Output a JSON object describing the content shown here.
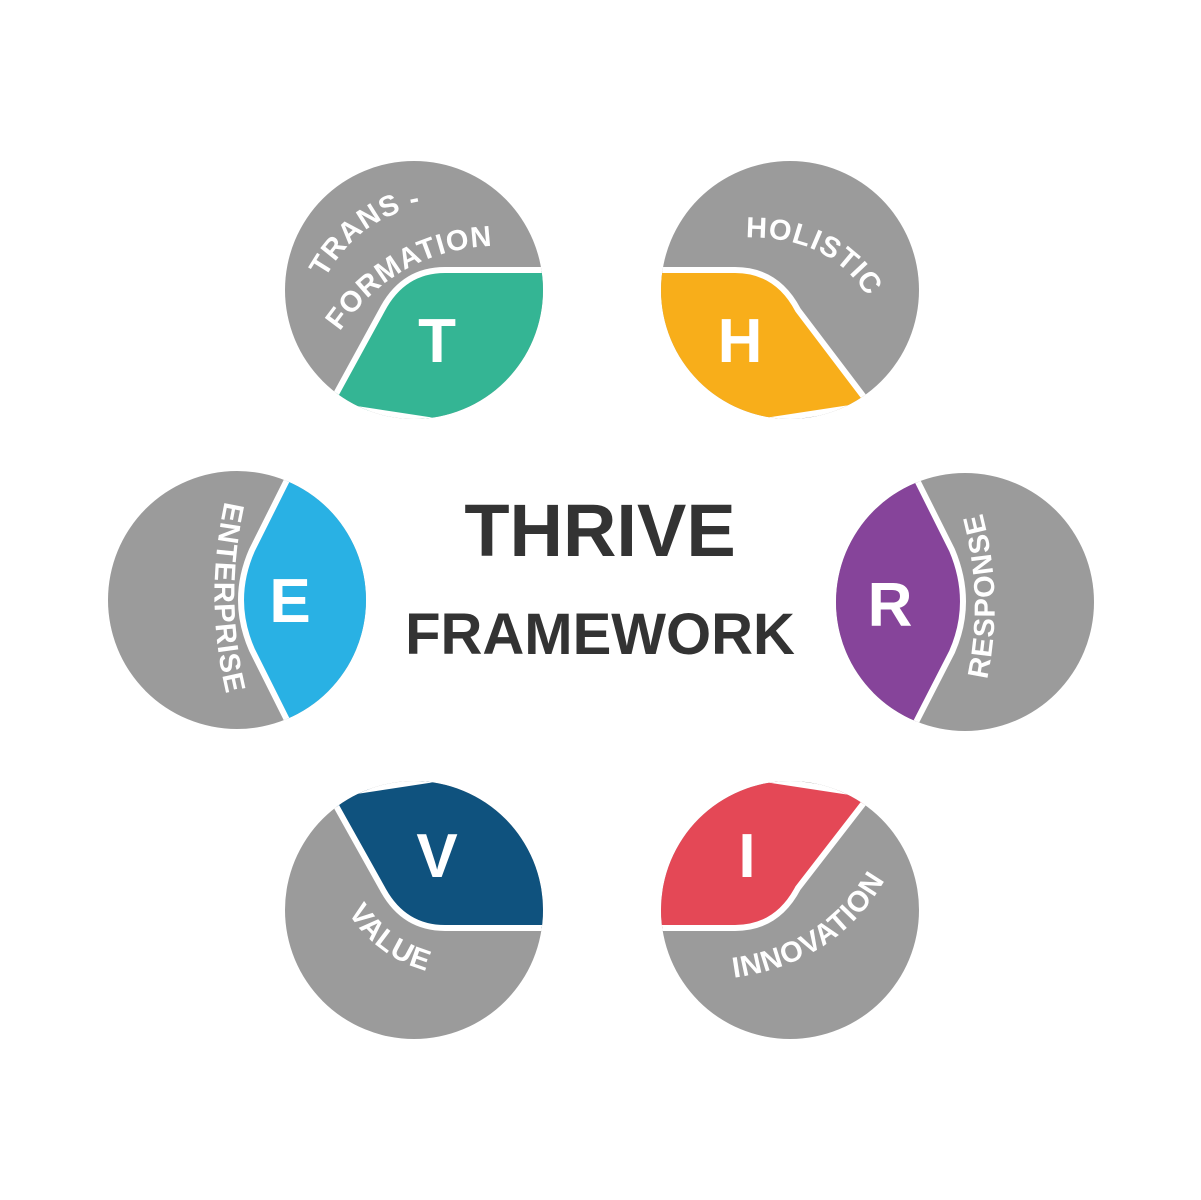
{
  "title": {
    "line1": "THRIVE",
    "line2": "FRAMEWORK"
  },
  "colors": {
    "gray": "#9b9b9b",
    "text": "#333333",
    "T": "#34b594",
    "H": "#f8ae1a",
    "E": "#29b1e4",
    "R": "#86449a",
    "V": "#0f527e",
    "I": "#e44856"
  },
  "segments": {
    "t": {
      "letter": "T",
      "label_line1": "TRANS -",
      "label_line2": "FORMATION"
    },
    "h": {
      "letter": "H",
      "label": "HOLISTIC"
    },
    "e": {
      "letter": "E",
      "label": "ENTERPRISE"
    },
    "r": {
      "letter": "R",
      "label": "RESPONSE"
    },
    "v": {
      "letter": "V",
      "label": "VALUE"
    },
    "i": {
      "letter": "I",
      "label": "INNOVATION"
    }
  }
}
